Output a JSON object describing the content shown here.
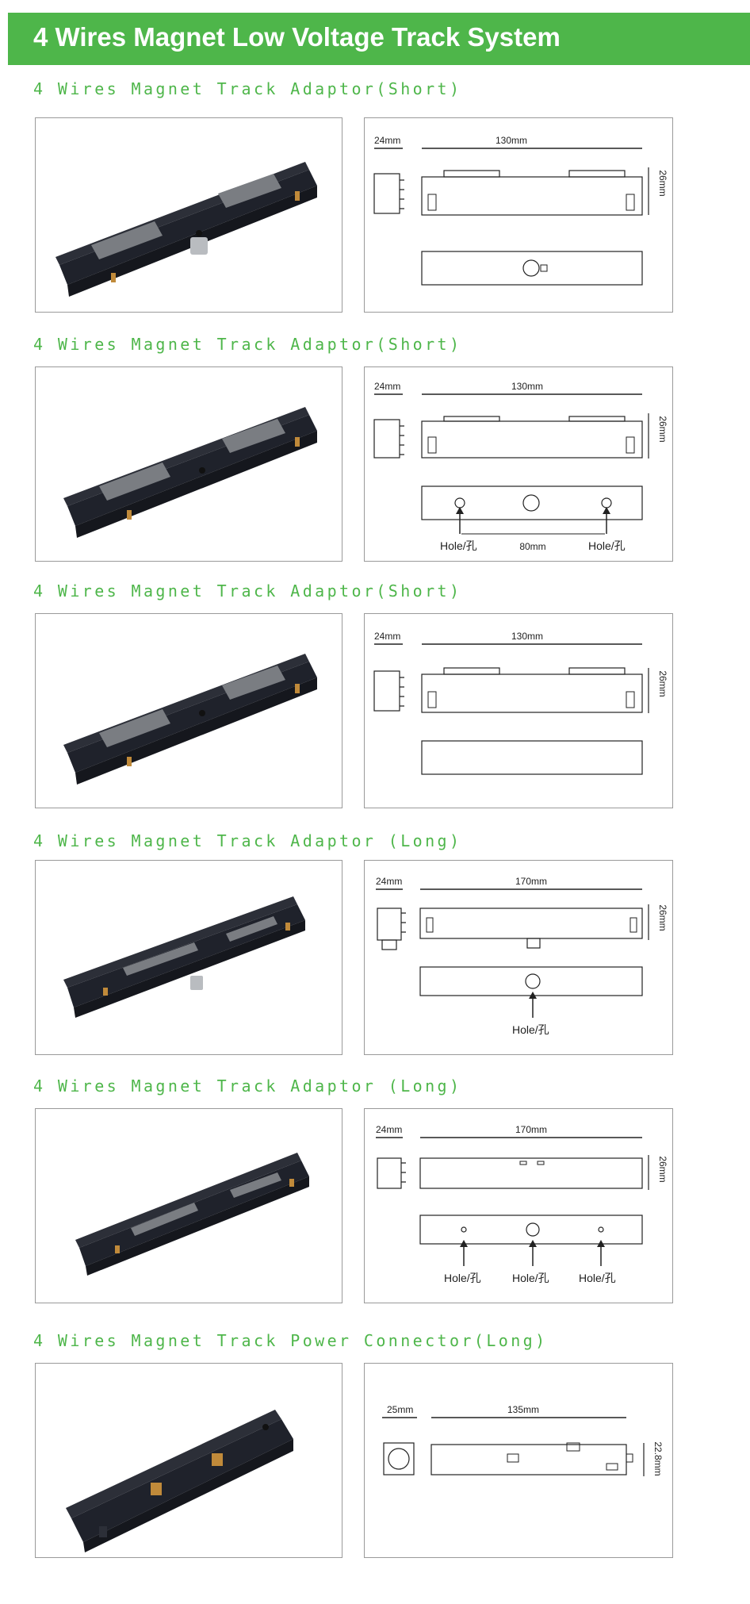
{
  "header": {
    "title": "4 Wires Magnet Low Voltage Track System",
    "bg_color": "#4eb64a"
  },
  "sections": [
    {
      "title": "4 Wires Magnet Track Adaptor(Short)",
      "dims": {
        "width": "24mm",
        "length": "130mm",
        "height": "26mm"
      }
    },
    {
      "title": "4 Wires Magnet Track Adaptor(Short)",
      "dims": {
        "width": "24mm",
        "length": "130mm",
        "height": "26mm"
      },
      "hole_labels": [
        "Hole/孔",
        "Hole/孔"
      ],
      "hole_spacing": "80mm"
    },
    {
      "title": "4 Wires Magnet Track Adaptor(Short)",
      "dims": {
        "width": "24mm",
        "length": "130mm",
        "height": "26mm"
      }
    },
    {
      "title": "4 Wires Magnet Track Adaptor (Long)",
      "dims": {
        "width": "24mm",
        "length": "170mm",
        "height": "26mm"
      },
      "hole_labels": [
        "Hole/孔"
      ]
    },
    {
      "title": "4 Wires Magnet Track Adaptor (Long)",
      "dims": {
        "width": "24mm",
        "length": "170mm",
        "height": "26mm"
      },
      "hole_labels": [
        "Hole/孔",
        "Hole/孔",
        "Hole/孔"
      ]
    },
    {
      "title": "4 Wires Magnet Track Power Connector(Long)",
      "dims": {
        "width": "25mm",
        "length": "135mm",
        "height": "22.8mm"
      }
    }
  ]
}
